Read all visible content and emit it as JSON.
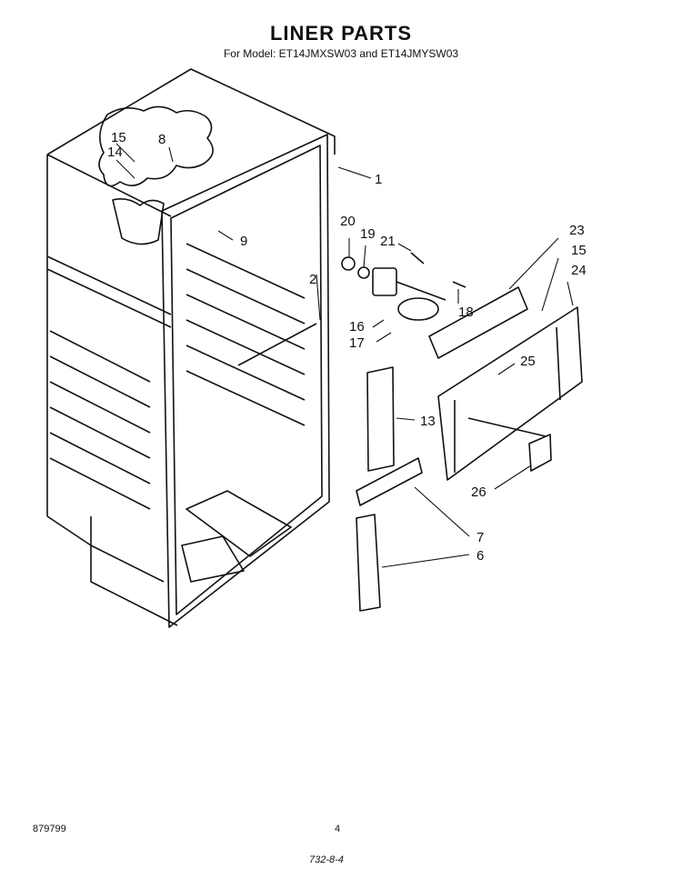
{
  "header": {
    "title": "LINER PARTS",
    "subtitle": "For Model: ET14JMXSW03 and  ET14JMYSW03"
  },
  "callouts": [
    "1",
    "2",
    "6",
    "7",
    "8",
    "9",
    "13",
    "14",
    "15",
    "15",
    "16",
    "17",
    "18",
    "19",
    "20",
    "21",
    "23",
    "24",
    "25",
    "26"
  ],
  "footer": {
    "doc_id": "879799",
    "page_number": "4",
    "code": "732-8-4"
  }
}
